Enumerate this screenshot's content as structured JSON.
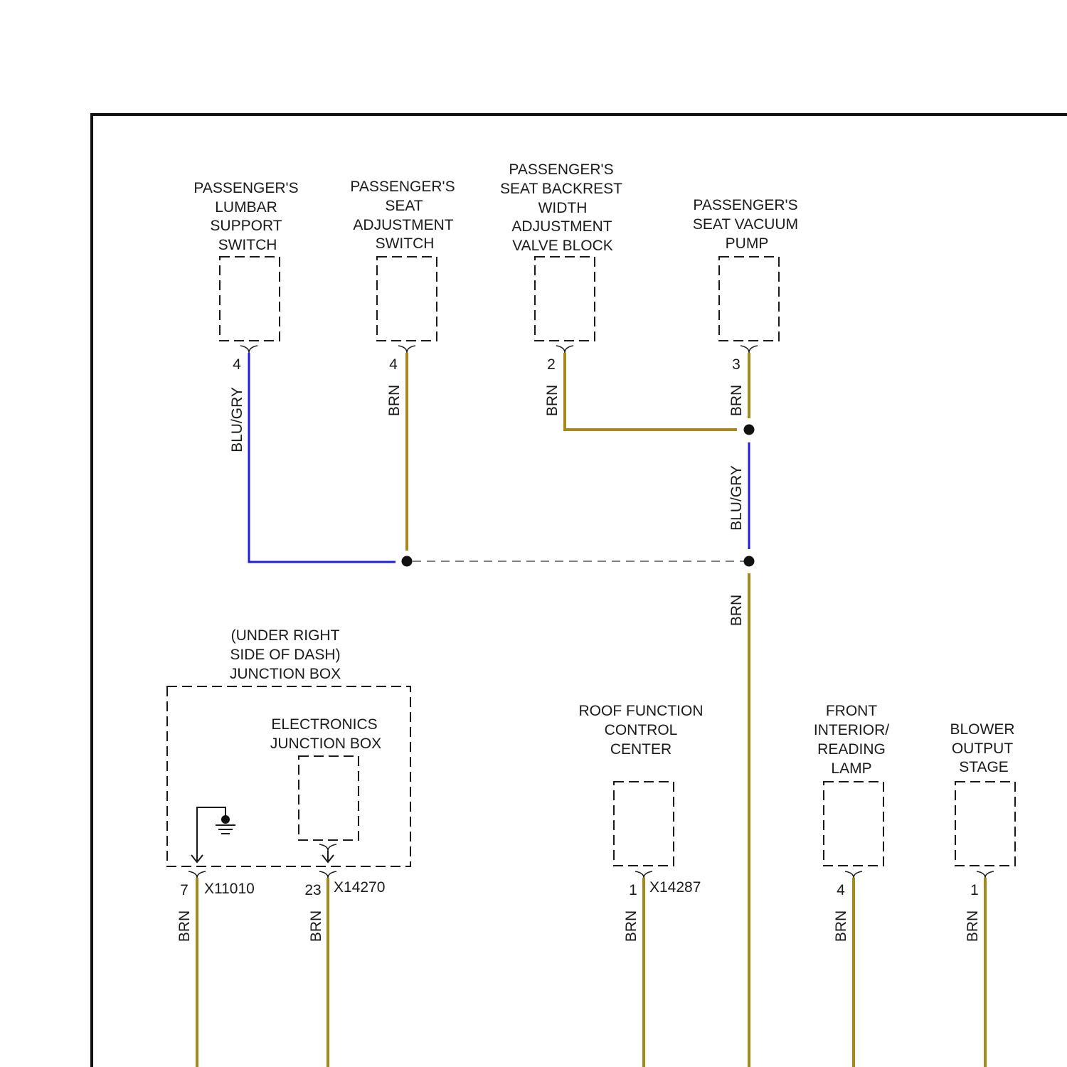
{
  "colors": {
    "brn": "#a6891d",
    "blu_gry": "#2020d8",
    "line": "#1a1a1a"
  },
  "components": {
    "lumbar_switch": {
      "lines": [
        "PASSENGER'S",
        "LUMBAR",
        "SUPPORT",
        "SWITCH"
      ],
      "pin": "4",
      "wire": "BLU/GRY"
    },
    "seat_adj_switch": {
      "lines": [
        "PASSENGER'S",
        "SEAT",
        "ADJUSTMENT",
        "SWITCH"
      ],
      "pin": "4",
      "wire": "BRN"
    },
    "backrest_valve": {
      "lines": [
        "PASSENGER'S",
        "SEAT BACKREST",
        "WIDTH",
        "ADJUSTMENT",
        "VALVE BLOCK"
      ],
      "pin": "2",
      "wire": "BRN"
    },
    "vacuum_pump": {
      "lines": [
        "PASSENGER'S",
        "SEAT VACUUM",
        "PUMP"
      ],
      "pin": "3",
      "wire": "BRN"
    },
    "junction_box": {
      "lines": [
        "(UNDER RIGHT",
        "SIDE OF DASH)",
        "JUNCTION BOX"
      ],
      "pin": "7",
      "connector": "X11010",
      "wire": "BRN"
    },
    "electronics_jb": {
      "lines": [
        "ELECTRONICS",
        "JUNCTION BOX"
      ],
      "pin": "23",
      "connector": "X14270",
      "wire": "BRN"
    },
    "roof_fcc": {
      "lines": [
        "ROOF FUNCTION",
        "CONTROL",
        "CENTER"
      ],
      "pin": "1",
      "connector": "X14287",
      "wire": "BRN"
    },
    "front_lamp": {
      "lines": [
        "FRONT",
        "INTERIOR/",
        "READING",
        "LAMP"
      ],
      "pin": "4",
      "wire": "BRN"
    },
    "blower_stage": {
      "lines": [
        "BLOWER",
        "OUTPUT",
        "STAGE"
      ],
      "pin": "1",
      "wire": "BRN"
    }
  },
  "vertical_wires": {
    "upper": "BLU/GRY",
    "lower": "BRN"
  }
}
